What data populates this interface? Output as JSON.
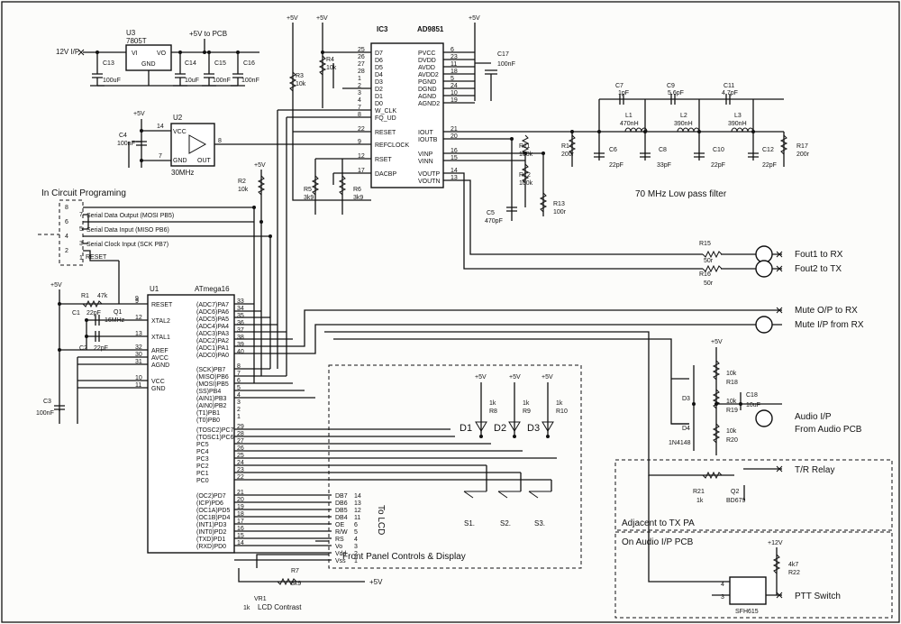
{
  "ics": {
    "u3": {
      "ref": "U3",
      "part": "7805T",
      "vi": "VI",
      "vo": "VO",
      "gnd": "GND"
    },
    "u2": {
      "ref": "U2",
      "vcc": "VCC",
      "gnd": "GND",
      "out": "OUT",
      "freq": "30MHz",
      "pin14": "14",
      "pin7": "7",
      "pin8": "8"
    },
    "ic3": {
      "ref": "IC3",
      "part": "AD9851",
      "left_pins": [
        "D7",
        "D6",
        "D5",
        "D4",
        "D3",
        "D2",
        "D1",
        "D0",
        "W_CLK",
        "FQ_UD",
        "RESET",
        "REFCLOCK",
        "RSET",
        "DACBP"
      ],
      "left_nums": [
        "25",
        "26",
        "27",
        "28",
        "1",
        "2",
        "3",
        "4",
        "7",
        "8",
        "22",
        "9",
        "12",
        "17"
      ],
      "right_pins": [
        "PVCC",
        "DVDD",
        "AVDD",
        "AVDD2",
        "PGND",
        "DGND",
        "AGND",
        "AGND2",
        "IOUT",
        "IOUTB",
        "VINP",
        "VINN",
        "VOUTP",
        "VOUTN"
      ],
      "right_nums": [
        "6",
        "23",
        "11",
        "18",
        "5",
        "24",
        "10",
        "19",
        "21",
        "20",
        "16",
        "15",
        "14",
        "13"
      ]
    },
    "u1": {
      "ref": "U1",
      "part": "ATmega16",
      "left_pins": [
        "RESET",
        "XTAL2",
        "XTAL1",
        "AREF",
        "AVCC",
        "AGND",
        "VCC",
        "GND"
      ],
      "left_nums": [
        "9",
        "12",
        "13",
        "32",
        "30",
        "31",
        "10",
        "11"
      ],
      "right_a": [
        "(ADC7)PA7",
        "(ADC6)PA6",
        "(ADC5)PA5",
        "(ADC4)PA4",
        "(ADC3)PA3",
        "(ADC2)PA2",
        "(ADC1)PA1",
        "(ADC0)PA0"
      ],
      "right_a_nums": [
        "33",
        "34",
        "35",
        "36",
        "37",
        "38",
        "39",
        "40"
      ],
      "right_b": [
        "(SCK)PB7",
        "(MISO)PB6",
        "(MOSI)PB5",
        "(SS)PB4",
        "(AIN1)PB3",
        "(AIN0)PB2",
        "(T1)PB1",
        "(T0)PB0"
      ],
      "right_b_nums": [
        "8",
        "7",
        "6",
        "5",
        "4",
        "3",
        "2",
        "1"
      ],
      "right_c": [
        "(TOSC2)PC7",
        "(TOSC1)PC6",
        "PC5",
        "PC4",
        "PC3",
        "PC2",
        "PC1",
        "PC0"
      ],
      "right_c_nums": [
        "29",
        "28",
        "27",
        "26",
        "25",
        "24",
        "23",
        "22"
      ],
      "right_d": [
        "(OC2)PD7",
        "(ICP)PD6",
        "(OC1A)PD5",
        "(OC1B)PD4",
        "(INT1)PD3",
        "(INT0)PD2",
        "(TXD)PD1",
        "(RXD)PD0"
      ],
      "right_d_nums": [
        "21",
        "20",
        "19",
        "18",
        "17",
        "16",
        "15",
        "14"
      ]
    },
    "lcd": {
      "pins": [
        "DB7",
        "DB6",
        "DB5",
        "DB4",
        "OE",
        "R/W",
        "RS",
        "Vo",
        "Vdd",
        "Vss"
      ],
      "nums": [
        "14",
        "13",
        "12",
        "11",
        "6",
        "5",
        "4",
        "3",
        "2",
        "1"
      ],
      "to_lcd": "To LCD"
    }
  },
  "components": {
    "u3_in": "12V I/P",
    "u3_out": "+5V to PCB",
    "c13": "C13",
    "c13v": "100uF",
    "c14": "C14",
    "c14v": "10uF",
    "c15": "C15",
    "c15v": "100nF",
    "c16": "C16",
    "c16v": "100nF",
    "c4": "C4",
    "c4v": "100nF",
    "c17": "C17",
    "c17v": "100nF",
    "r3": "R3",
    "r3v": "10k",
    "r4": "R4",
    "r4v": "10k",
    "r5": "R5",
    "r5v": "3k9",
    "r6": "R6",
    "r6v": "3k9",
    "r2": "R2",
    "r2v": "10k",
    "r11": "R11",
    "r11v": "100k",
    "r12": "R12",
    "r12v": "100k",
    "r13": "R13",
    "r13v": "100r",
    "r14": "R14",
    "r14v": "200r",
    "c5": "C5",
    "c5v": "470pF",
    "c7": "C7",
    "c7v": "1pF",
    "c9": "C9",
    "c9v": "5.6pF",
    "c11": "C11",
    "c11v": "4.7pF",
    "l1": "L1",
    "l1v": "470nH",
    "l2": "L2",
    "l2v": "390nH",
    "l3": "L3",
    "l3v": "390nH",
    "c6": "C6",
    "c6v": "22pF",
    "c8": "C8",
    "c8v": "33pF",
    "c10": "C10",
    "c10v": "22pF",
    "c12": "C12",
    "c12v": "22pF",
    "r17": "R17",
    "r17v": "200r",
    "lpf": "70 MHz Low pass filter",
    "r15": "R15",
    "r15v": "50r",
    "r16": "R16",
    "r16v": "50r",
    "r1": "R1",
    "r1v": "47k",
    "c1": "C1",
    "c1v": "22pF",
    "c2": "C2",
    "c2v": "22pF",
    "q1": "Q1",
    "q1v": "16MHz",
    "c3": "C3",
    "c3v": "100nF",
    "r8": "R8",
    "r9": "R9",
    "r10": "R10",
    "rled": "1k",
    "d1": "D1",
    "d2": "D2",
    "d3": "D3",
    "s1": "S1.",
    "s2": "S2.",
    "s3": "S3.",
    "r18": "R18",
    "r19": "R19",
    "r20": "R20",
    "r18v": "10k",
    "c18": "C18",
    "c18v": "10uF",
    "d3b": "D3",
    "d4": "D4",
    "d4v": "1N4148",
    "r21": "R21",
    "r21v": "1k",
    "q2": "Q2",
    "q2v": "BD679",
    "r22": "R22",
    "r22v": "4k7",
    "sfh": "SFH615",
    "pin4": "4",
    "pin3": "3",
    "r7": "R7",
    "r7v": "3k9",
    "vr1": "VR1",
    "vr1v": "1k",
    "lcdc": "LCD Contrast"
  },
  "rails": {
    "p5": "+5V",
    "p12": "+12V"
  },
  "labels": {
    "icp_title": "In Circuit Programing",
    "mosi": "Serial Data Output (MOSI PB5)",
    "miso": "Serial Data Input (MISO PB6)",
    "sck": "Serial Clock Input (SCK PB7)",
    "reset": "RESET",
    "hdr": [
      "8",
      "7",
      "6",
      "5",
      "4",
      "3",
      "2",
      "1"
    ],
    "front_panel": "Front Panel Controls & Display",
    "adjacent": "Adjacent to TX PA",
    "audio_pcb": "On Audio I/P PCB",
    "x1": "9"
  },
  "io": {
    "fout1": "Fout1 to RX",
    "fout2": "Fout2 to TX",
    "mute_o": "Mute O/P to RX",
    "mute_i": "Mute I/P from RX",
    "audio_i": "Audio I/P",
    "audio_i2": "From Audio PCB",
    "tr": "T/R Relay",
    "ptt": "PTT Switch"
  }
}
